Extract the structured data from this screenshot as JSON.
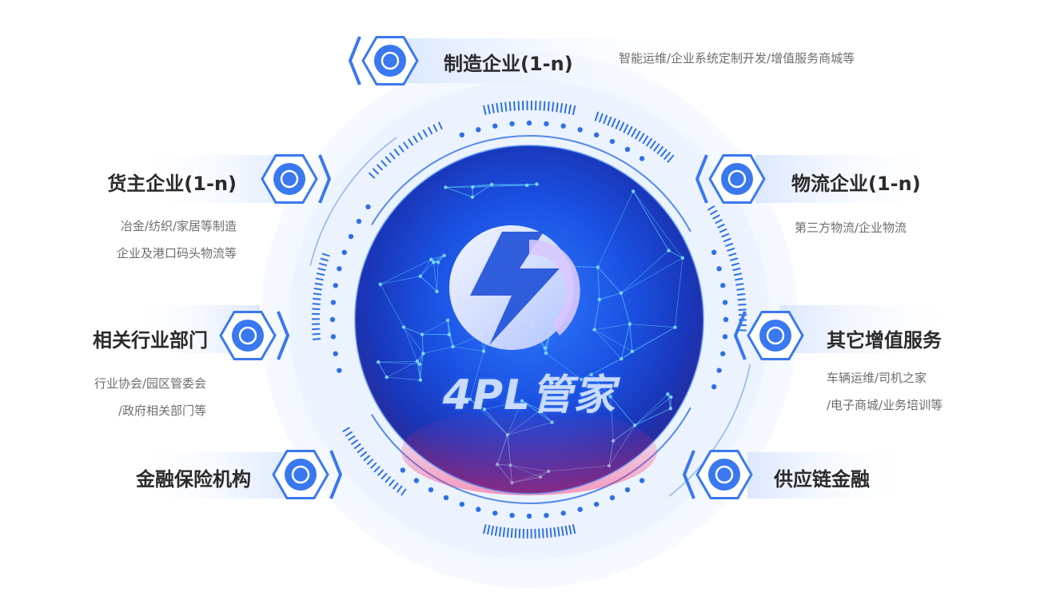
{
  "center": {
    "title": "4PL管家"
  },
  "nodes": [
    {
      "id": "manufacturing",
      "label": "制造企业(1-n)",
      "desc": [
        "智能运维/企业系统定制开发/增值服务商城等"
      ],
      "icon": "search-monitor-icon"
    },
    {
      "id": "shipper",
      "label": "货主企业(1-n)",
      "desc": [
        "冶金/纺织/家居等制造",
        "企业及港口码头物流等"
      ],
      "icon": "robot-arm-icon"
    },
    {
      "id": "logistics",
      "label": "物流企业(1-n)",
      "desc": [
        "第三方物流/企业物流"
      ],
      "icon": "location-route-icon"
    },
    {
      "id": "industry",
      "label": "相关行业部门",
      "desc": [
        "行业协会/园区管委会",
        "/政府相关部门等"
      ],
      "icon": "browser-window-icon"
    },
    {
      "id": "value-added",
      "label": "其它增值服务",
      "desc": [
        "车辆运维/司机之家",
        "/电子商城/业务培训等"
      ],
      "icon": "server-network-icon"
    },
    {
      "id": "finance",
      "label": "金融保险机构",
      "desc": [],
      "icon": "yuan-coin-icon"
    },
    {
      "id": "supply-chain",
      "label": "供应链金融",
      "desc": [],
      "icon": "share-nodes-icon"
    }
  ],
  "colors": {
    "accent": "#2f6fe6",
    "badge": "#3a78f0",
    "sphere": "#1d4fd8",
    "label": "#2b2b2b",
    "desc": "#6d6d6d"
  }
}
